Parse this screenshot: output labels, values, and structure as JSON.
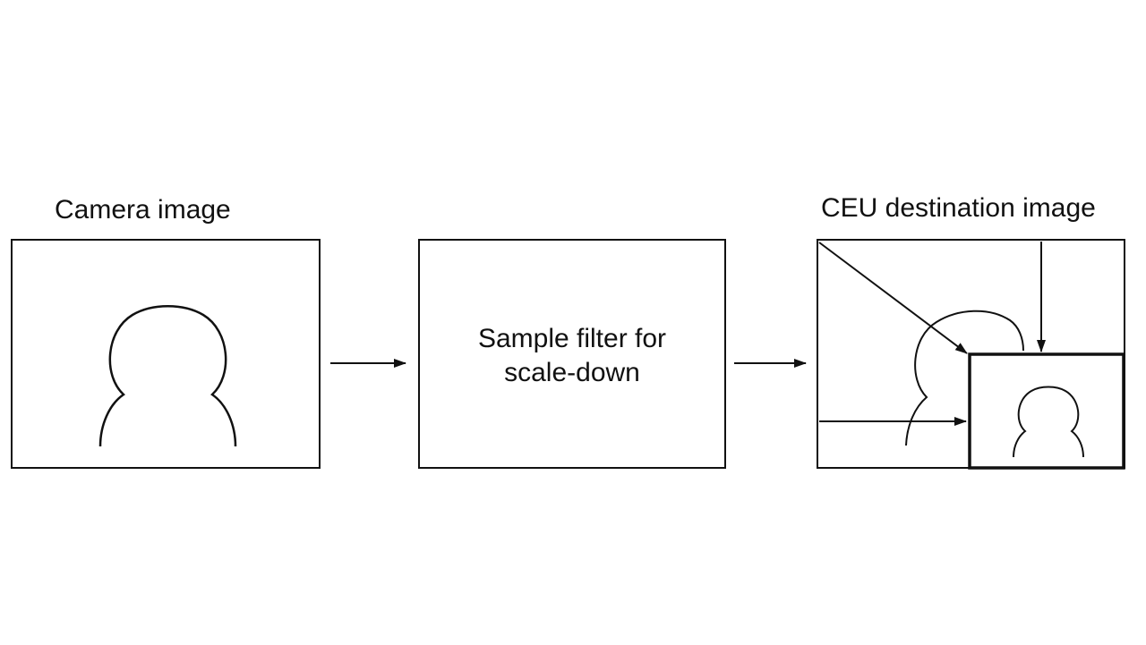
{
  "labels": {
    "camera_image": "Camera image",
    "filter_line1": "Sample filter for",
    "filter_line2": "scale-down",
    "destination_image": "CEU destination image"
  },
  "colors": {
    "line": "#111111",
    "background": "#ffffff"
  }
}
